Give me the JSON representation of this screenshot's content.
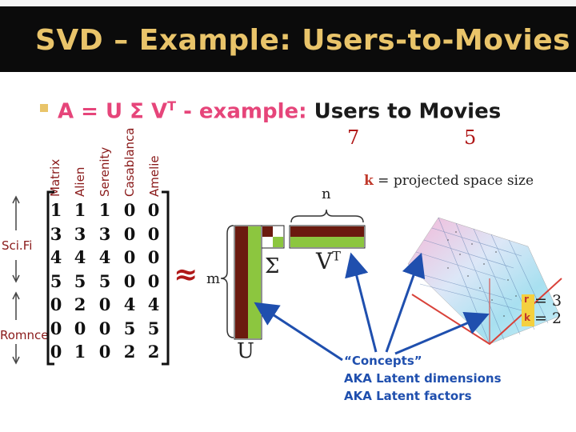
{
  "slide": {
    "title": "SVD – Example: Users-to-Movies",
    "subtitle_pink": "A = U Σ V",
    "subtitle_sup": "T",
    "subtitle_pink2": " - example:",
    "subtitle_black": " Users to Movies",
    "rank_left": "7",
    "rank_right": "5",
    "k_symbol": "k",
    "k_text": " = projected space size"
  },
  "matrix": {
    "movies": [
      "Matrix",
      "Alien",
      "Serenity",
      "Casablanca",
      "Amelie"
    ],
    "groups": [
      "Sci.Fi",
      "Romnce"
    ],
    "rows": [
      [
        1,
        1,
        1,
        0,
        0
      ],
      [
        3,
        3,
        3,
        0,
        0
      ],
      [
        4,
        4,
        4,
        0,
        0
      ],
      [
        5,
        5,
        5,
        0,
        0
      ],
      [
        0,
        2,
        0,
        4,
        4
      ],
      [
        0,
        0,
        0,
        5,
        5
      ],
      [
        0,
        1,
        0,
        2,
        2
      ]
    ]
  },
  "diagram": {
    "approx": "≈",
    "m": "m",
    "n": "n",
    "sigma": "Σ",
    "vt": "V",
    "vt_sup": "T",
    "u": "U"
  },
  "annotations": {
    "concepts": "“Concepts”",
    "latent_dimensions": "AKA Latent dimensions",
    "latent_factors": "AKA Latent factors",
    "r_symbol": "r",
    "k_symbol": "k",
    "r_eq": "= 3",
    "k_eq": "= 2"
  },
  "colors": {
    "title_bg": "#0b0b0b",
    "title_text": "#e9c46a",
    "pink": "#e6457a",
    "dark_red": "#6b1a0f",
    "green": "#8cc63f",
    "blue": "#1f4fae"
  }
}
